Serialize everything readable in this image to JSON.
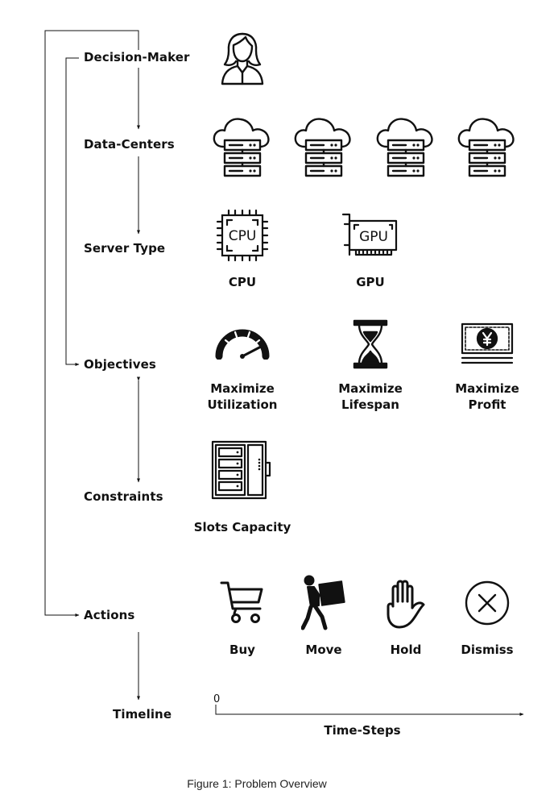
{
  "stages": {
    "decision_maker": "Decision-Maker",
    "data_centers": "Data-Centers",
    "server_type": "Server Type",
    "objectives": "Objectives",
    "constraints": "Constraints",
    "actions": "Actions",
    "timeline": "Timeline"
  },
  "server_types": {
    "cpu": "CPU",
    "gpu": "GPU",
    "cpu_chip": "CPU",
    "gpu_card": "GPU"
  },
  "objectives": {
    "utilization": [
      "Maximize",
      "Utilization"
    ],
    "lifespan": [
      "Maximize",
      "Lifespan"
    ],
    "profit": [
      "Maximize",
      "Profit"
    ]
  },
  "constraints": {
    "slots": "Slots Capacity"
  },
  "actions": {
    "buy": "Buy",
    "move": "Move",
    "hold": "Hold",
    "dismiss": "Dismiss"
  },
  "timeline": {
    "origin": "0",
    "axis_label": "Time-Steps"
  },
  "caption": "Figure 1: Problem Overview",
  "icons": [
    "person-icon",
    "cloud-server-icon",
    "cpu-icon",
    "gpu-icon",
    "gauge-icon",
    "hourglass-icon",
    "banknote-icon",
    "server-rack-icon",
    "cart-icon",
    "carrying-box-icon",
    "hand-icon",
    "cross-circle-icon"
  ]
}
